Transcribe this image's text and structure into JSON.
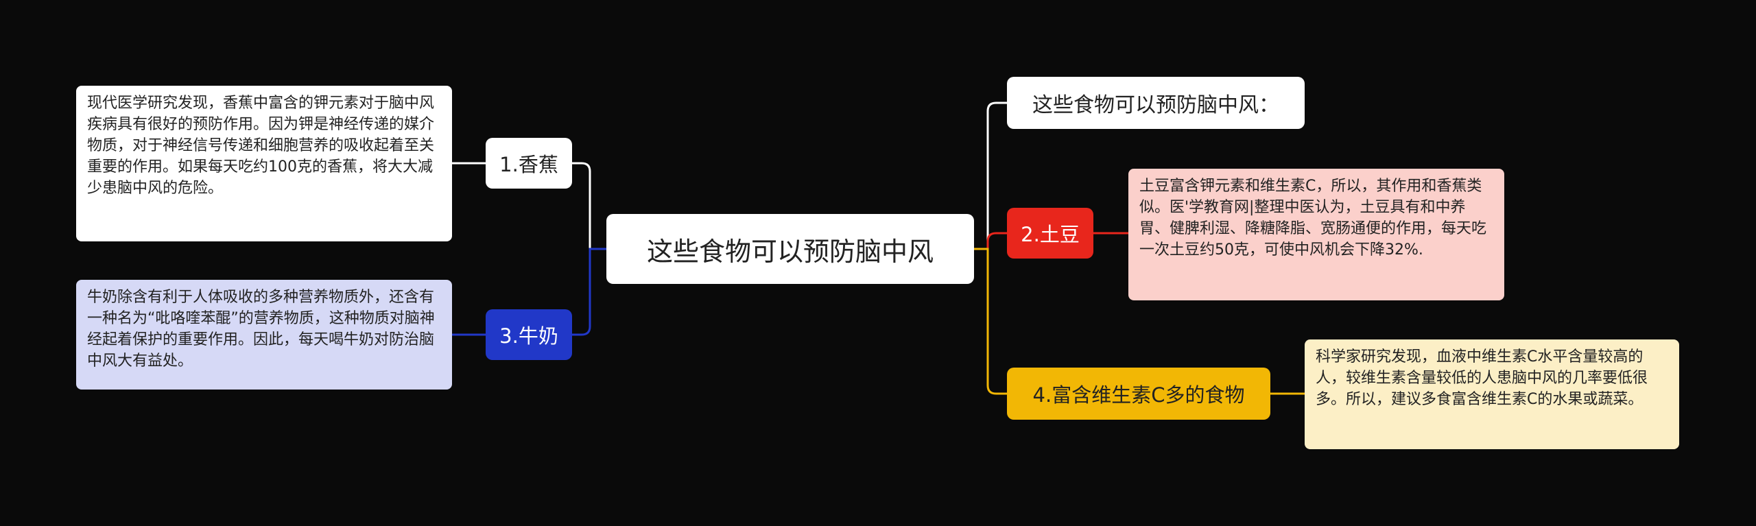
{
  "title": "这些食物可以预防脑中风",
  "colors": {
    "background": "#0a0a0a",
    "banana_line": "#ffffff",
    "milk": "#2138c8",
    "milk_note": "#d6d9f6",
    "potato": "#e8261c",
    "potato_note": "#fbd0cb",
    "vitc": "#f2b705",
    "vitc_note": "#fcefc6"
  },
  "left": {
    "banana": {
      "label": "1.香蕉",
      "note": "现代医学研究发现，香蕉中富含的钾元素对于脑中风疾病具有很好的预防作用。因为钾是神经传递的媒介物质，对于神经信号传递和细胞营养的吸收起着至关重要的作用。如果每天吃约100克的香蕉，将大大减少患脑中风的危险。"
    },
    "milk": {
      "label": "3.牛奶",
      "note": "牛奶除含有利于人体吸收的多种营养物质外，还含有一种名为“吡咯喹苯醌”的营养物质，这种物质对脑神经起着保护的重要作用。因此，每天喝牛奶对防治脑中风大有益处。"
    }
  },
  "right": {
    "intro": {
      "label": "这些食物可以预防脑中风："
    },
    "potato": {
      "label": "2.土豆",
      "note": "土豆富含钾元素和维生素C，所以，其作用和香蕉类似。医'学教育网|整理中医认为，土豆具有和中养胃、健脾利湿、降糖降脂、宽肠通便的作用，每天吃一次土豆约50克，可使中风机会下降32%."
    },
    "vitc": {
      "label": "4.富含维生素C多的食物",
      "note": "科学家研究发现，血液中维生素C水平含量较高的人，较维生素含量较低的人患脑中风的几率要低很多。所以，建议多食富含维生素C的水果或蔬菜。"
    }
  }
}
